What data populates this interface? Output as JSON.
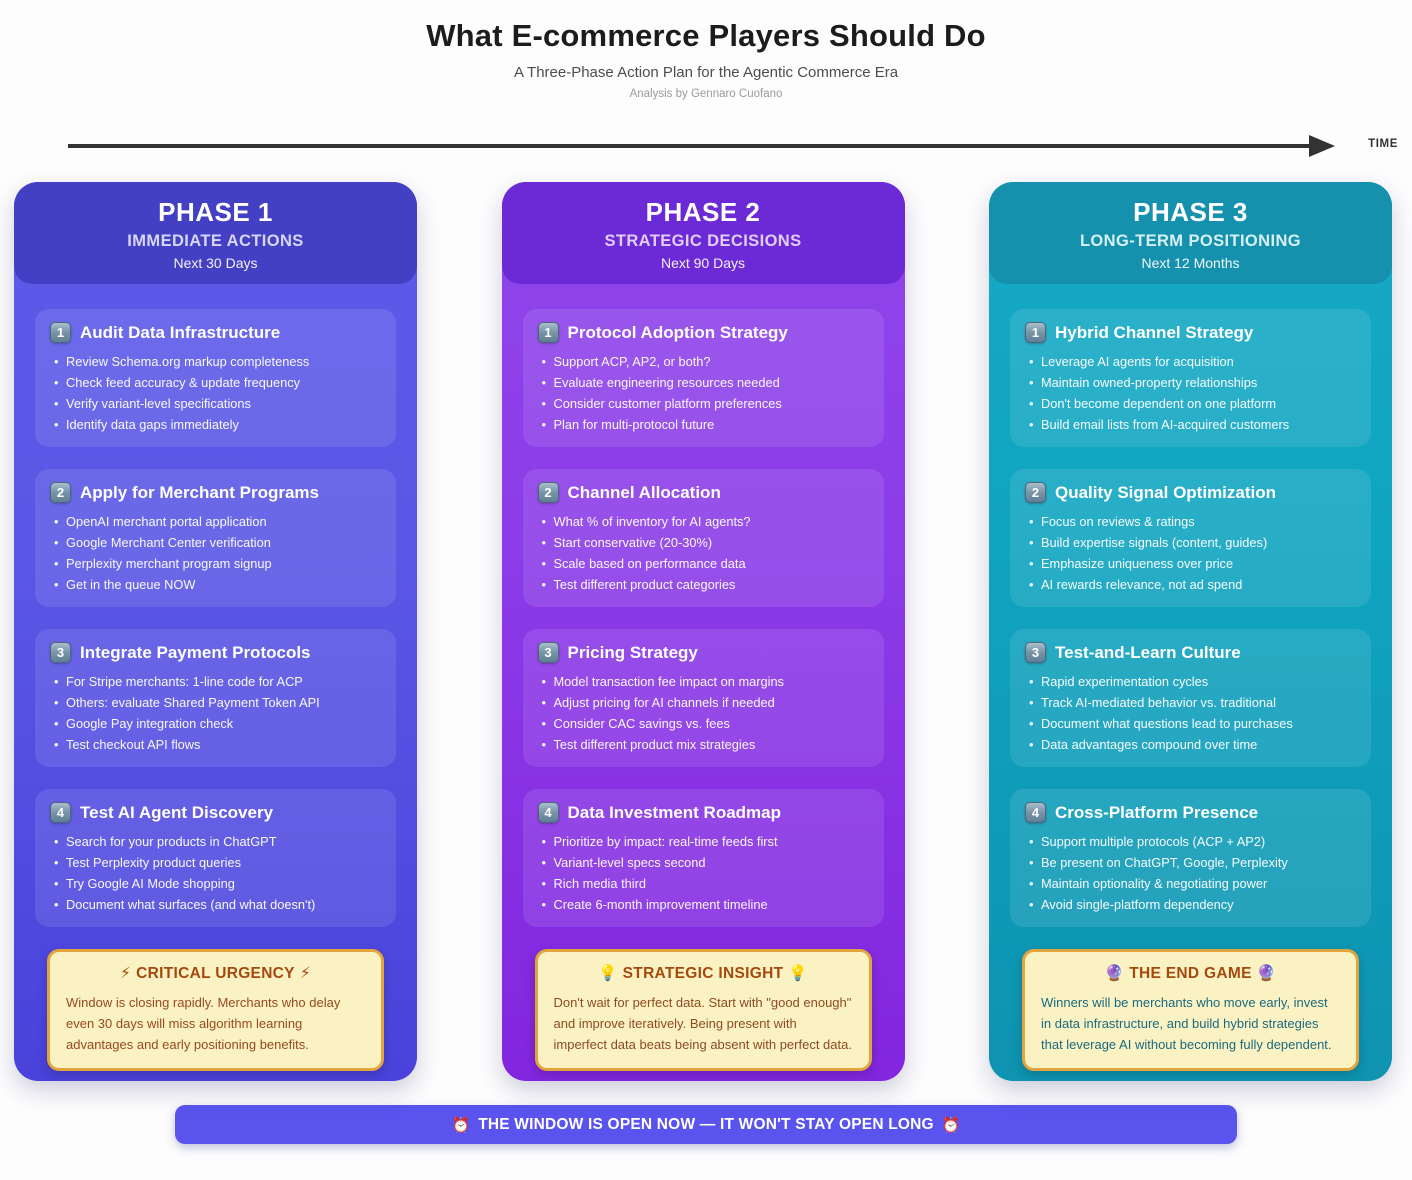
{
  "header": {
    "title": "What E-commerce Players Should Do",
    "subtitle": "A Three-Phase Action Plan for the Agentic Commerce Era",
    "byline": "Analysis by Gennaro Cuofano"
  },
  "timeline": {
    "label": "TIME"
  },
  "colors": {
    "phase1_header": "#4440C3",
    "phase1_body": "#5B57E6",
    "phase2_header": "#6C2AD6",
    "phase2_body": "#8C3CE8",
    "phase3_header": "#1591AE",
    "phase3_body": "#0FA4C0",
    "callout_bg": "#FBF2C3",
    "callout_border": "#E2A43C",
    "callout_title": "#A34A0E",
    "banner_bg": "#5A53EE",
    "arrow": "#333333"
  },
  "phases": [
    {
      "name": "PHASE 1",
      "tagline": "IMMEDIATE ACTIONS",
      "timeframe": "Next 30 Days",
      "cards": [
        {
          "number": "1",
          "title": "Audit Data Infrastructure",
          "bullets": [
            "Review Schema.org markup completeness",
            "Check feed accuracy & update frequency",
            "Verify variant-level specifications",
            "Identify data gaps immediately"
          ]
        },
        {
          "number": "2",
          "title": "Apply for Merchant Programs",
          "bullets": [
            "OpenAI merchant portal application",
            "Google Merchant Center verification",
            "Perplexity merchant program signup",
            "Get in the queue NOW"
          ]
        },
        {
          "number": "3",
          "title": "Integrate Payment Protocols",
          "bullets": [
            "For Stripe merchants: 1-line code for ACP",
            "Others: evaluate Shared Payment Token API",
            "Google Pay integration check",
            "Test checkout API flows"
          ]
        },
        {
          "number": "4",
          "title": "Test AI Agent Discovery",
          "bullets": [
            "Search for your products in ChatGPT",
            "Test Perplexity product queries",
            "Try Google AI Mode shopping",
            "Document what surfaces (and what doesn't)"
          ]
        }
      ],
      "callout": {
        "emoji": "⚡",
        "emoji_name": "lightning",
        "title": "CRITICAL URGENCY",
        "text": "Window is closing rapidly. Merchants who delay even 30 days will miss algorithm learning advantages and early positioning benefits."
      }
    },
    {
      "name": "PHASE 2",
      "tagline": "STRATEGIC DECISIONS",
      "timeframe": "Next 90 Days",
      "cards": [
        {
          "number": "1",
          "title": "Protocol Adoption Strategy",
          "bullets": [
            "Support ACP, AP2, or both?",
            "Evaluate engineering resources needed",
            "Consider customer platform preferences",
            "Plan for multi-protocol future"
          ]
        },
        {
          "number": "2",
          "title": "Channel Allocation",
          "bullets": [
            "What % of inventory for AI agents?",
            "Start conservative (20-30%)",
            "Scale based on performance data",
            "Test different product categories"
          ]
        },
        {
          "number": "3",
          "title": "Pricing Strategy",
          "bullets": [
            "Model transaction fee impact on margins",
            "Adjust pricing for AI channels if needed",
            "Consider CAC savings vs. fees",
            "Test different product mix strategies"
          ]
        },
        {
          "number": "4",
          "title": "Data Investment Roadmap",
          "bullets": [
            "Prioritize by impact: real-time feeds first",
            "Variant-level specs second",
            "Rich media third",
            "Create 6-month improvement timeline"
          ]
        }
      ],
      "callout": {
        "emoji": "💡",
        "emoji_name": "light-bulb",
        "title": "STRATEGIC INSIGHT",
        "text": "Don't wait for perfect data. Start with \"good enough\" and improve iteratively. Being present with imperfect data beats being absent with perfect data."
      }
    },
    {
      "name": "PHASE 3",
      "tagline": "LONG-TERM POSITIONING",
      "timeframe": "Next 12 Months",
      "cards": [
        {
          "number": "1",
          "title": "Hybrid Channel Strategy",
          "bullets": [
            "Leverage AI agents for acquisition",
            "Maintain owned-property relationships",
            "Don't become dependent on one platform",
            "Build email lists from AI-acquired customers"
          ]
        },
        {
          "number": "2",
          "title": "Quality Signal Optimization",
          "bullets": [
            "Focus on reviews & ratings",
            "Build expertise signals (content, guides)",
            "Emphasize uniqueness over price",
            "AI rewards relevance, not ad spend"
          ]
        },
        {
          "number": "3",
          "title": "Test-and-Learn Culture",
          "bullets": [
            "Rapid experimentation cycles",
            "Track AI-mediated behavior vs. traditional",
            "Document what questions lead to purchases",
            "Data advantages compound over time"
          ]
        },
        {
          "number": "4",
          "title": "Cross-Platform Presence",
          "bullets": [
            "Support multiple protocols (ACP + AP2)",
            "Be present on ChatGPT, Google, Perplexity",
            "Maintain optionality & negotiating power",
            "Avoid single-platform dependency"
          ]
        }
      ],
      "callout": {
        "emoji": "🔮",
        "emoji_name": "crystal-ball",
        "title": "THE END GAME",
        "text": "Winners will be merchants who move early, invest in data infrastructure, and build hybrid strategies that leverage AI without becoming fully dependent."
      }
    }
  ],
  "banner": {
    "emoji": "⏰",
    "emoji_name": "alarm-clock",
    "text": "THE WINDOW IS OPEN NOW — IT WON'T STAY OPEN LONG"
  }
}
